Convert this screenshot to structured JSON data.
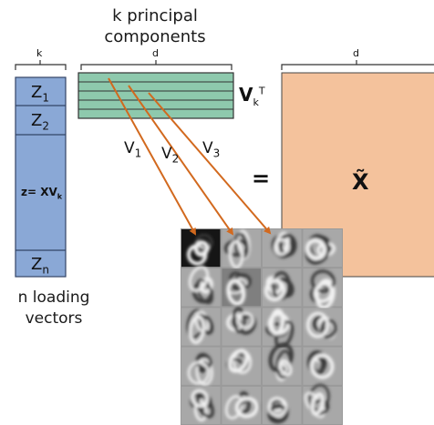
{
  "header": {
    "title_line1": "k principal",
    "title_line2": "components"
  },
  "dims": {
    "k": "k",
    "d_top": "d",
    "d_right": "d"
  },
  "z_column": {
    "z1_base": "Z",
    "z1_sub": "1",
    "z2_base": "Z",
    "z2_sub": "2",
    "formula_base": "z= XV",
    "formula_sub": "k",
    "zn_base": "Z",
    "zn_sub": "n"
  },
  "caption": {
    "line1": "n loading",
    "line2": "vectors"
  },
  "vk_label": {
    "base": "V",
    "sub": "k",
    "sup": "T"
  },
  "vectors": [
    {
      "base": "V",
      "sub": "1"
    },
    {
      "base": "V",
      "sub": "2"
    },
    {
      "base": "V",
      "sub": "3"
    }
  ],
  "equals": "=",
  "x_tilde": "X̃",
  "colors": {
    "z_fill": "#8aa8d6",
    "z_stroke": "#334466",
    "vk_fill": "#8ec9ad",
    "x_fill": "#f4c29c",
    "arrow": "#d2691e",
    "bracket": "#333333"
  }
}
